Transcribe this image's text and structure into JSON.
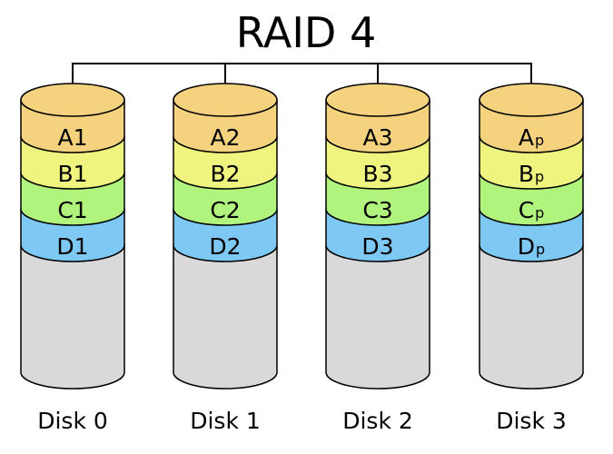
{
  "title": "RAID 4",
  "disks": [
    {
      "label": "Disk 0",
      "blocks": [
        {
          "main": "A1",
          "sub": ""
        },
        {
          "main": "B1",
          "sub": ""
        },
        {
          "main": "C1",
          "sub": ""
        },
        {
          "main": "D1",
          "sub": ""
        }
      ]
    },
    {
      "label": "Disk 1",
      "blocks": [
        {
          "main": "A2",
          "sub": ""
        },
        {
          "main": "B2",
          "sub": ""
        },
        {
          "main": "C2",
          "sub": ""
        },
        {
          "main": "D2",
          "sub": ""
        }
      ]
    },
    {
      "label": "Disk 2",
      "blocks": [
        {
          "main": "A3",
          "sub": ""
        },
        {
          "main": "B3",
          "sub": ""
        },
        {
          "main": "C3",
          "sub": ""
        },
        {
          "main": "D3",
          "sub": ""
        }
      ]
    },
    {
      "label": "Disk 3",
      "blocks": [
        {
          "main": "A",
          "sub": "p"
        },
        {
          "main": "B",
          "sub": "p"
        },
        {
          "main": "C",
          "sub": "p"
        },
        {
          "main": "D",
          "sub": "p"
        }
      ]
    }
  ],
  "colors": {
    "row_a": "#f4d27e",
    "row_b": "#eef47e",
    "row_c": "#b0f47e",
    "row_d": "#7ec8f4",
    "empty": "#d9d9d9",
    "outline": "#000000"
  }
}
